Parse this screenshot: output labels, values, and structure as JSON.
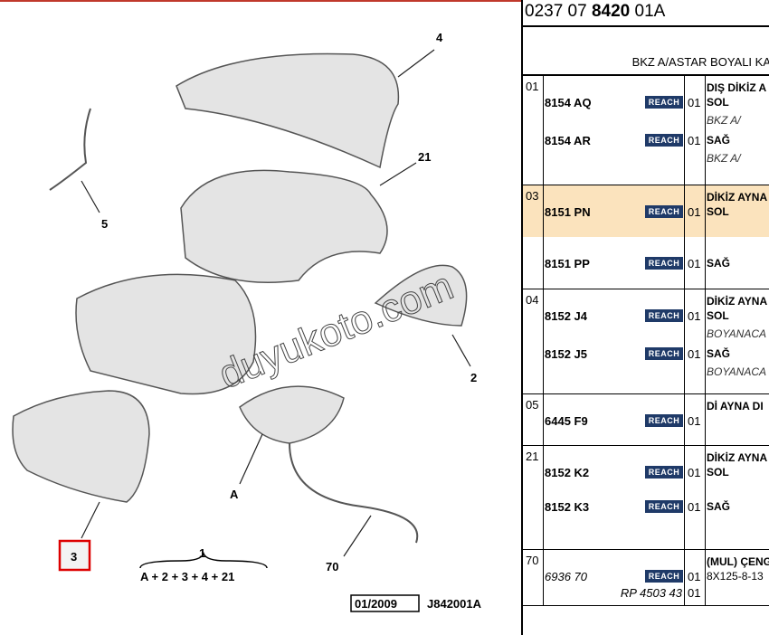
{
  "diagram": {
    "callouts": [
      "4",
      "21",
      "5",
      "2",
      "A",
      "3",
      "70",
      "1"
    ],
    "formula": "A + 2 + 3 + 4 + 21",
    "date_code": "01/2009",
    "drawing_ref": "J842001A",
    "watermark": "duyukoto.com"
  },
  "panel": {
    "reference": {
      "prefix": "0237 07 ",
      "bold": "8420",
      "suffix": " 01A"
    },
    "header_note": "BKZ A/ASTAR BOYALI KA",
    "badge": "REACH",
    "groups": [
      {
        "ref": "01",
        "title": "DIŞ DİKİZ A",
        "items": [
          {
            "part": "8154 AQ",
            "qty": "01",
            "desc": "SOL",
            "note": "BKZ A/"
          },
          {
            "part": "8154 AR",
            "qty": "01",
            "desc": "SAĞ",
            "note": "BKZ A/"
          }
        ]
      },
      {
        "ref": "03",
        "title": "DİKİZ AYNA",
        "items": [
          {
            "part": "8151 PN",
            "qty": "01",
            "desc": "SOL",
            "highlight": true
          },
          {
            "part": "8151 PP",
            "qty": "01",
            "desc": "SAĞ"
          }
        ]
      },
      {
        "ref": "04",
        "title": "DİKİZ AYNA",
        "items": [
          {
            "part": "8152 J4",
            "qty": "01",
            "desc": "SOL",
            "note": "BOYANACA"
          },
          {
            "part": "8152 J5",
            "qty": "01",
            "desc": "SAĞ",
            "note": "BOYANACA"
          }
        ]
      },
      {
        "ref": "05",
        "title": "Dİ AYNA DI",
        "items": [
          {
            "part": "6445 F9",
            "qty": "01"
          }
        ]
      },
      {
        "ref": "21",
        "title": "DİKİZ AYNA",
        "items": [
          {
            "part": "8152 K2",
            "qty": "01",
            "desc": "SOL"
          },
          {
            "part": "8152 K3",
            "qty": "01",
            "desc": "SAĞ"
          }
        ]
      },
      {
        "ref": "70",
        "title": "(MUL) ÇENG",
        "items": [
          {
            "part": "6936 70",
            "qty": "01",
            "desc": "8X125-8-13"
          },
          {
            "part": "RP 4503 43",
            "qty": "01"
          }
        ]
      }
    ]
  }
}
